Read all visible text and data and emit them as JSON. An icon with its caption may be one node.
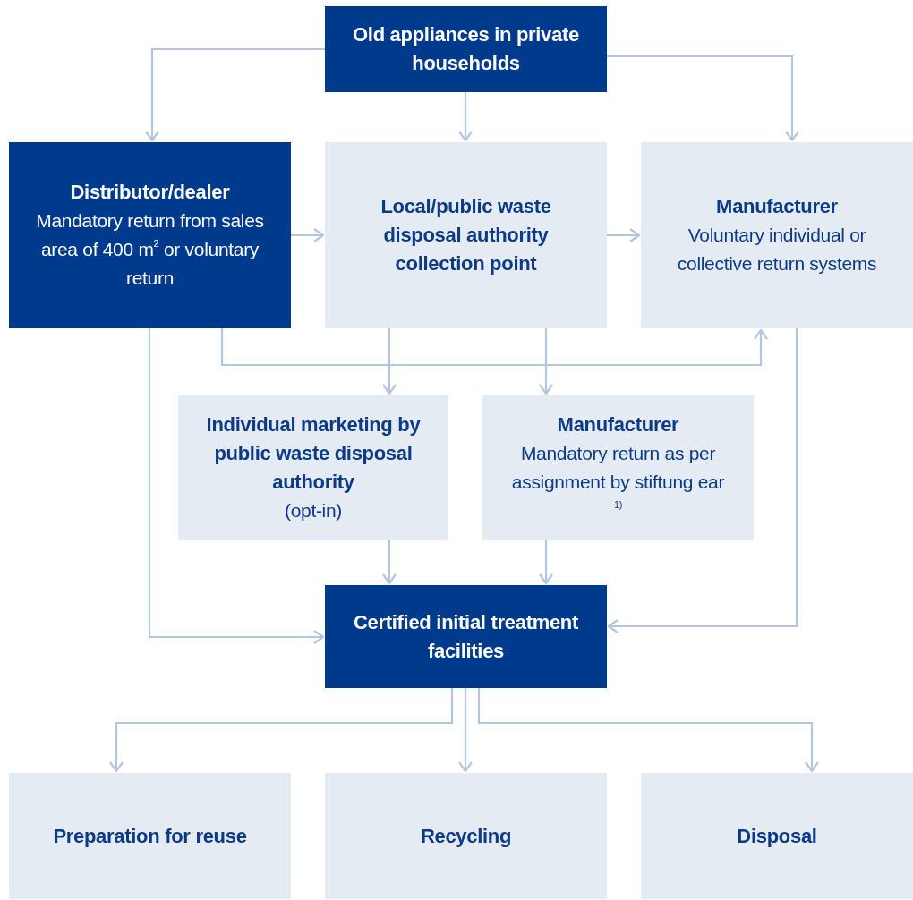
{
  "diagram": {
    "nodes": [
      {
        "text": [
          "Old appliances in private households"
        ]
      },
      {
        "text": [
          "Distributor/dealer",
          "Mandatory return from sales area of 400 m$^{2}$ or voluntary return"
        ]
      },
      {
        "text": [
          "Local/public waste disposal authority collection point"
        ]
      },
      {
        "text": [
          "Manufacturer",
          "Voluntary individual or collective return systems"
        ]
      },
      {
        "text": [
          "Individual marketing by public waste disposal authority",
          "(opt-in)"
        ]
      },
      {
        "text": [
          "Manufacturer",
          "Mandatory return as per assignment by stiftung ear $^{1)}$"
        ]
      },
      {
        "text": [
          "Certified initial treatment facilities"
        ]
      },
      {
        "text": [
          "Preparation for reuse"
        ]
      },
      {
        "text": [
          "Recycling"
        ]
      },
      {
        "text": [
          "Disposal"
        ]
      }
    ],
    "edges": [
      {
        "from": 0,
        "to": 1,
        "arrow": "to"
      },
      {
        "from": 0,
        "to": 2,
        "arrow": "to"
      },
      {
        "from": 0,
        "to": 3,
        "arrow": "to"
      },
      {
        "from": 1,
        "to": 2,
        "arrow": "to"
      },
      {
        "from": 2,
        "to": 3,
        "arrow": "to"
      },
      {
        "from": 1,
        "to": 3,
        "arrow": "to"
      },
      {
        "from": 2,
        "to": 4,
        "arrow": "to"
      },
      {
        "from": 2,
        "to": 5,
        "arrow": "to"
      },
      {
        "from": 1,
        "to": 6,
        "arrow": "to"
      },
      {
        "from": 4,
        "to": 6,
        "arrow": "to"
      },
      {
        "from": 5,
        "to": 6,
        "arrow": "to"
      },
      {
        "from": 3,
        "to": 6,
        "arrow": "to"
      },
      {
        "from": 6,
        "to": 7,
        "arrow": "to"
      },
      {
        "from": 6,
        "to": 8,
        "arrow": "to"
      },
      {
        "from": 6,
        "to": 9,
        "arrow": "to"
      }
    ]
  }
}
